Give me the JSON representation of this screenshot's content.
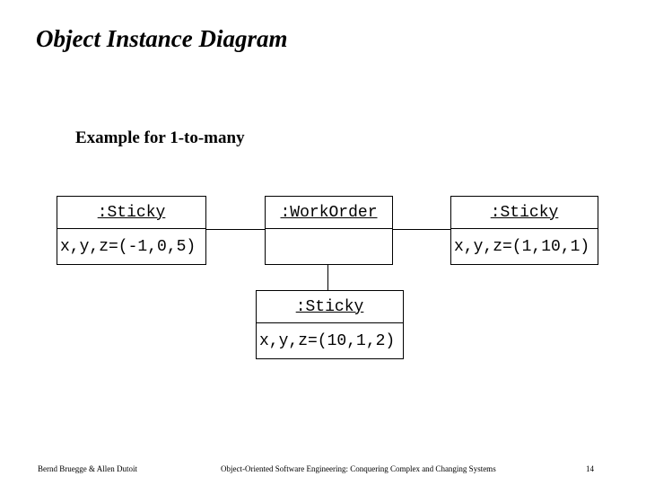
{
  "slide": {
    "title": "Object Instance Diagram",
    "subtitle": "Example for 1-to-many"
  },
  "diagram": {
    "boxes": [
      {
        "title": ":Sticky",
        "body": "x,y,z=(-1,0,5)"
      },
      {
        "title": ":WorkOrder",
        "body": ""
      },
      {
        "title": ":Sticky",
        "body": "x,y,z=(1,10,1)"
      },
      {
        "title": ":Sticky",
        "body": "x,y,z=(10,1,2)"
      }
    ]
  },
  "footer": {
    "authors": "Bernd Bruegge & Allen Dutoit",
    "book_title": "Object-Oriented Software Engineering: Conquering Complex and Changing Systems",
    "page_number": "14"
  },
  "colors": {
    "background": "#ffffff",
    "text": "#000000",
    "line": "#000000"
  }
}
